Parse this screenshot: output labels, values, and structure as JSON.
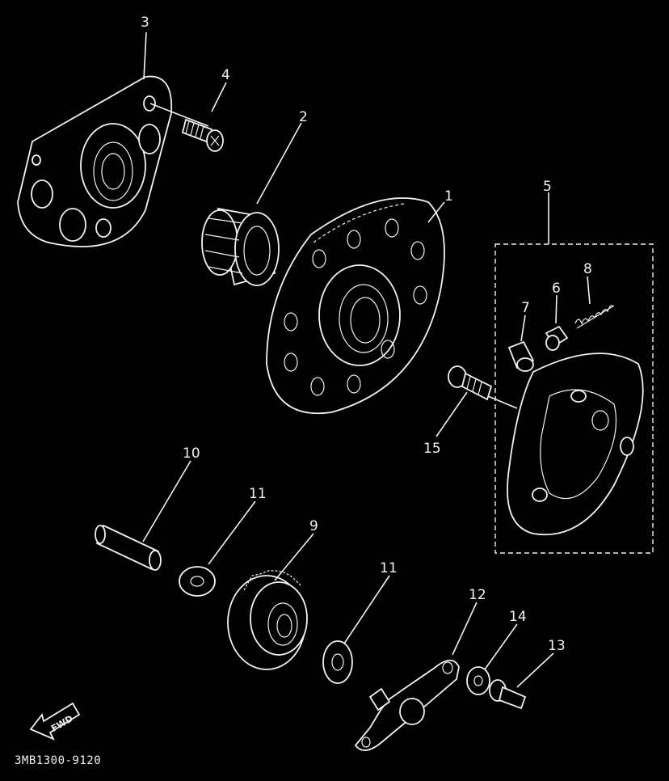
{
  "callouts": {
    "p1": "1",
    "p2": "2",
    "p3": "3",
    "p4": "4",
    "p5": "5",
    "p6": "6",
    "p7": "7",
    "p8": "8",
    "p9": "9",
    "p10": "10",
    "p11a": "11",
    "p11b": "11",
    "p12": "12",
    "p13": "13",
    "p14": "14",
    "p15": "15"
  },
  "fwd_label": "FWD",
  "diagram_code": "3MB1300-9120",
  "colors": {
    "background": "#000000",
    "line": "#f2f2f2"
  }
}
